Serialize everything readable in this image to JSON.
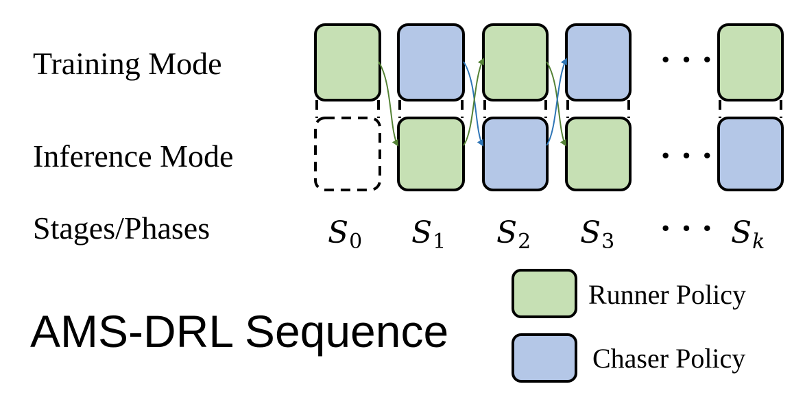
{
  "colors": {
    "runner": "#c6e0b4",
    "chaser": "#b4c7e7",
    "green_arrow": "#548235",
    "blue_arrow": "#2e75b6",
    "stroke": "#000000"
  },
  "rows": {
    "training": "Training Mode",
    "inference": "Inference Mode",
    "stages": "Stages/Phases"
  },
  "stages": [
    {
      "base": "S",
      "sub": "0",
      "training": "runner",
      "inference": "empty"
    },
    {
      "base": "S",
      "sub": "1",
      "training": "chaser",
      "inference": "runner"
    },
    {
      "base": "S",
      "sub": "2",
      "training": "runner",
      "inference": "chaser"
    },
    {
      "base": "S",
      "sub": "3",
      "training": "chaser",
      "inference": "runner"
    },
    {
      "base": "S",
      "sub": "k",
      "training": "runner",
      "inference": "chaser"
    }
  ],
  "ellipsis": "· · ·",
  "title": "AMS-DRL Sequence",
  "legend": [
    {
      "label": "Runner Policy",
      "policy": "runner"
    },
    {
      "label": "Chaser Policy",
      "policy": "chaser"
    }
  ]
}
